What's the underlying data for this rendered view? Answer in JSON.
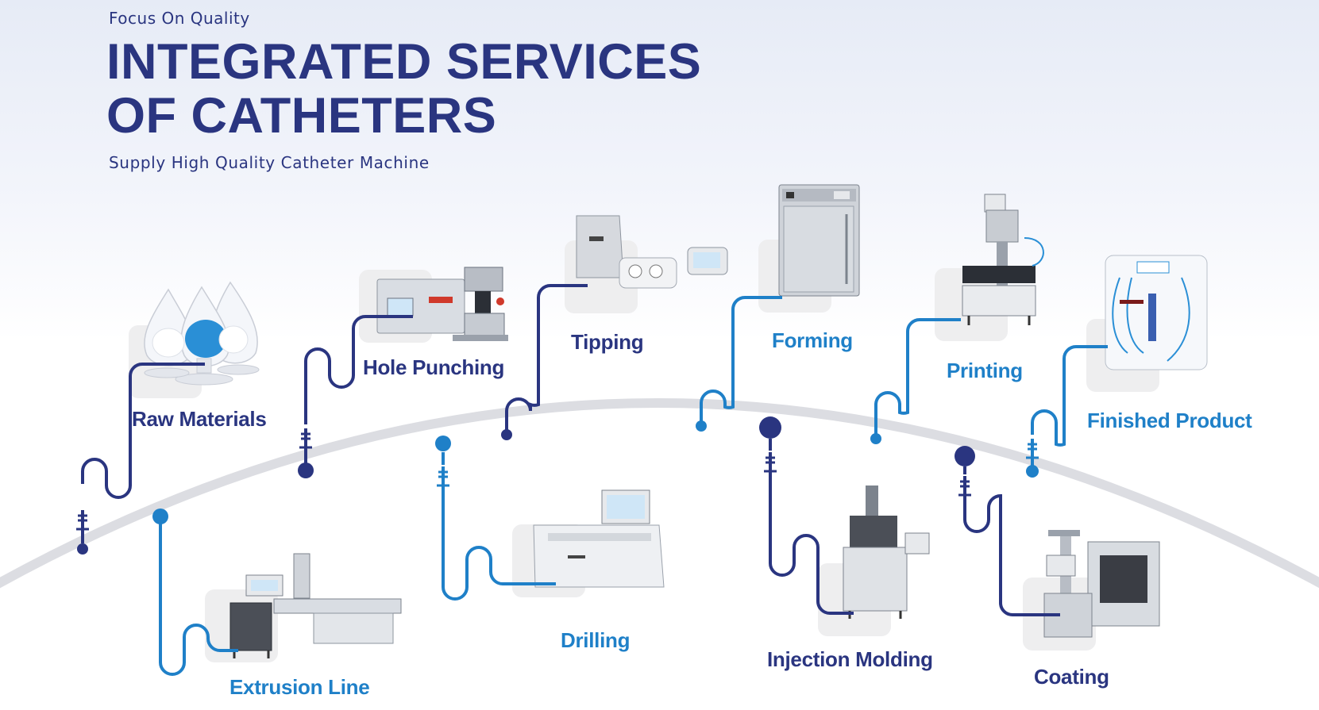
{
  "header": {
    "eyebrow": "Focus On Quality",
    "title_line1": "INTEGRATED SERVICES",
    "title_line2": "OF CATHETERS",
    "subtitle": "Supply High Quality Catheter Machine"
  },
  "colors": {
    "navy": "#2a3580",
    "blue": "#1f80c8",
    "arc": "#dcdde2",
    "tile": "#eeeeef"
  },
  "steps": [
    {
      "id": "raw-materials",
      "label": "Raw Materials",
      "icon": "pellet-flasks-icon"
    },
    {
      "id": "extrusion-line",
      "label": "Extrusion Line",
      "icon": "extruder-icon"
    },
    {
      "id": "hole-punching",
      "label": "Hole Punching",
      "icon": "punch-machine-icon"
    },
    {
      "id": "drilling",
      "label": "Drilling",
      "icon": "drilling-machine-icon"
    },
    {
      "id": "tipping",
      "label": "Tipping",
      "icon": "tipping-machine-icon"
    },
    {
      "id": "forming",
      "label": "Forming",
      "icon": "oven-cabinet-icon"
    },
    {
      "id": "injection-molding",
      "label": "Injection Molding",
      "icon": "injection-molder-icon"
    },
    {
      "id": "printing",
      "label": "Printing",
      "icon": "pad-printer-icon"
    },
    {
      "id": "coating",
      "label": "Coating",
      "icon": "coating-cabinet-icon"
    },
    {
      "id": "finished-product",
      "label": "Finished  Product",
      "icon": "catheter-kit-icon"
    }
  ]
}
